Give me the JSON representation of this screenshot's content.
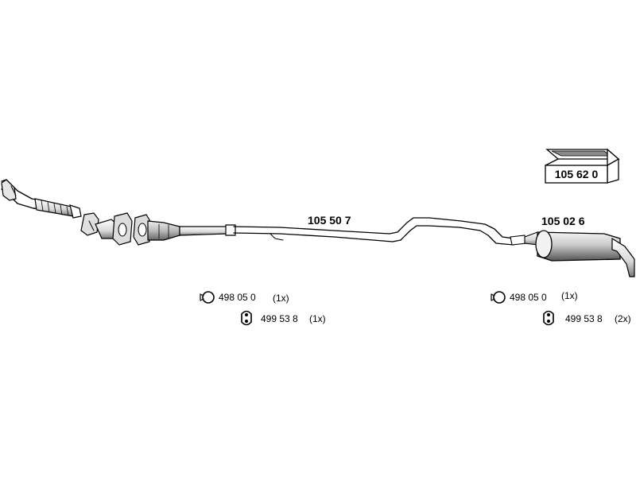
{
  "parts": {
    "kit_box": {
      "number": "105 62 0",
      "icon": "box-icon"
    },
    "middle_pipe": {
      "number": "105 50 7"
    },
    "rear_silencer": {
      "number": "105 02 6"
    }
  },
  "hardware_front": {
    "clamp": {
      "number": "498 05 0",
      "qty": "(1x)",
      "icon": "clamp-icon"
    },
    "rubber_mount": {
      "number": "499 53 8",
      "qty": "(1x)",
      "icon": "rubber-mount-icon"
    }
  },
  "hardware_rear": {
    "clamp": {
      "number": "498 05 0",
      "qty": "(1x)",
      "icon": "clamp-icon"
    },
    "rubber_mount": {
      "number": "499 53 8",
      "qty": "(2x)",
      "icon": "rubber-mount-icon"
    }
  }
}
